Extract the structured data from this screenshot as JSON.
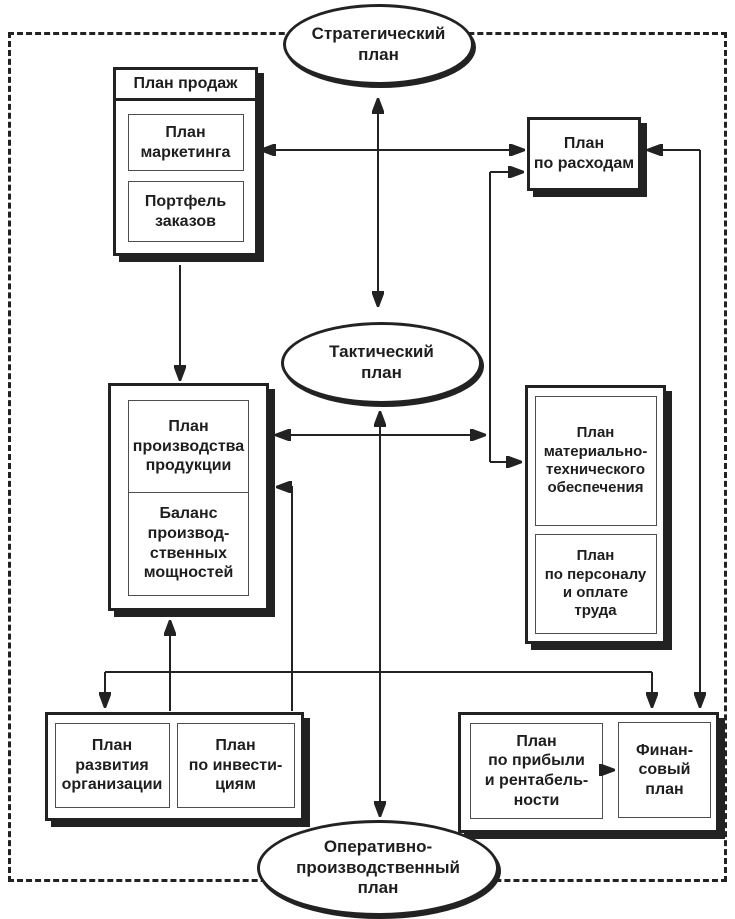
{
  "diagram_title": "Planning system diagram",
  "colors": {
    "ink": "#222222",
    "background": "#ffffff"
  },
  "nodes": {
    "strategic": {
      "lines": [
        "Стратегический",
        "план"
      ]
    },
    "tactical": {
      "lines": [
        "Тактический",
        "план"
      ]
    },
    "operational": {
      "lines": [
        "Оперативно-",
        "производственный",
        "план"
      ]
    },
    "sales": {
      "title": "План продаж"
    },
    "marketing": {
      "lines": [
        "План",
        "маркетинга"
      ]
    },
    "orders": {
      "lines": [
        "Портфель",
        "заказов"
      ]
    },
    "expenses": {
      "lines": [
        "План",
        "по расходам"
      ]
    },
    "production": {
      "lines": [
        "План",
        "производства",
        "продукции"
      ]
    },
    "capacity": {
      "lines": [
        "Баланс",
        "производ-",
        "ственных",
        "мощностей"
      ]
    },
    "logistics": {
      "lines": [
        "План",
        "материально-",
        "технического",
        "обеспечения"
      ]
    },
    "personnel": {
      "lines": [
        "План",
        "по персоналу",
        "и оплате",
        "труда"
      ]
    },
    "development": {
      "lines": [
        "План",
        "развития",
        "организации"
      ]
    },
    "investment": {
      "lines": [
        "План",
        "по инвести-",
        "циям"
      ]
    },
    "profit": {
      "lines": [
        "План",
        "по прибыли",
        "и рентабель-",
        "ности"
      ]
    },
    "financial": {
      "lines": [
        "Финан-",
        "совый",
        "план"
      ]
    }
  }
}
